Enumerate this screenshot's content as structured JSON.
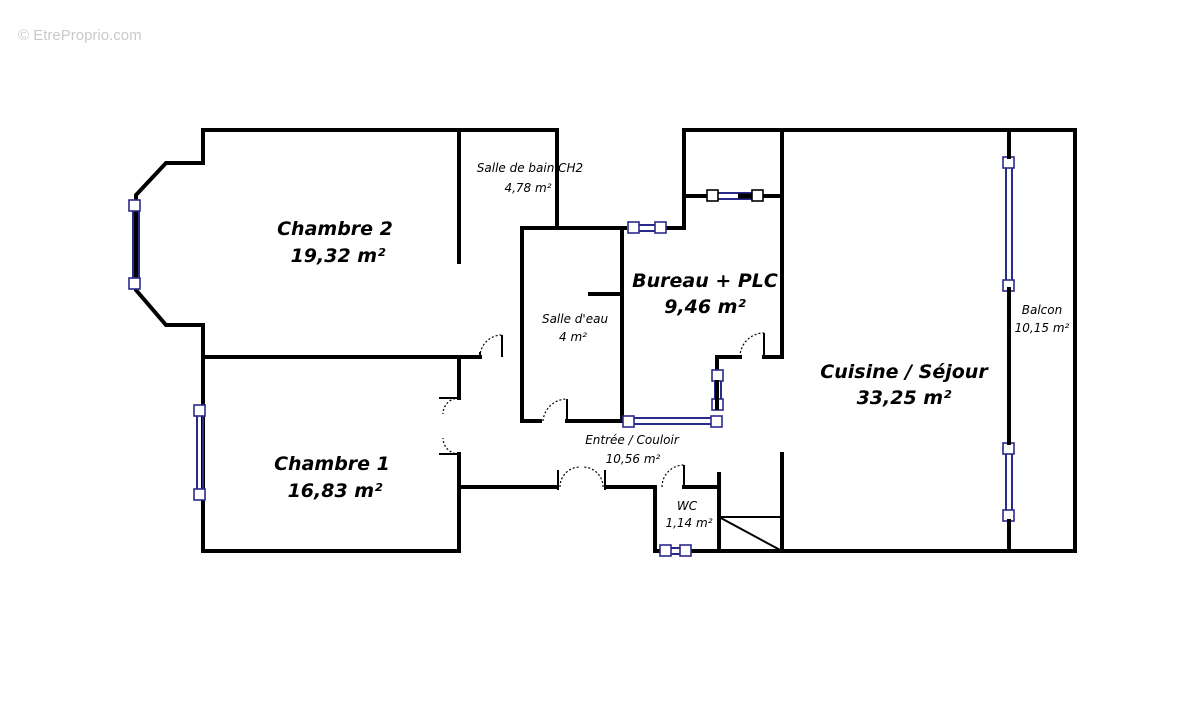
{
  "watermark": "© EtreProprio.com",
  "rooms": {
    "chambre2": {
      "name": "Chambre 2",
      "area": "19,32 m²"
    },
    "sdb_ch2": {
      "name": "Salle de bain CH2",
      "area": "4,78 m²"
    },
    "salle_eau": {
      "name": "Salle d'eau",
      "area": "4 m²"
    },
    "bureau": {
      "name": "Bureau + PLC",
      "area": "9,46 m²"
    },
    "cuisine": {
      "name": "Cuisine / Séjour",
      "area": "33,25 m²"
    },
    "balcon": {
      "name": "Balcon",
      "area": "10,15 m²"
    },
    "chambre1": {
      "name": "Chambre 1",
      "area": "16,83 m²"
    },
    "entree": {
      "name": "Entrée / Couloir",
      "area": "10,56 m²"
    },
    "wc": {
      "name": "WC",
      "area": "1,14 m²"
    }
  },
  "colors": {
    "wall": "#000000",
    "window": "#2a2a8a",
    "watermark": "#c9c9c9"
  }
}
